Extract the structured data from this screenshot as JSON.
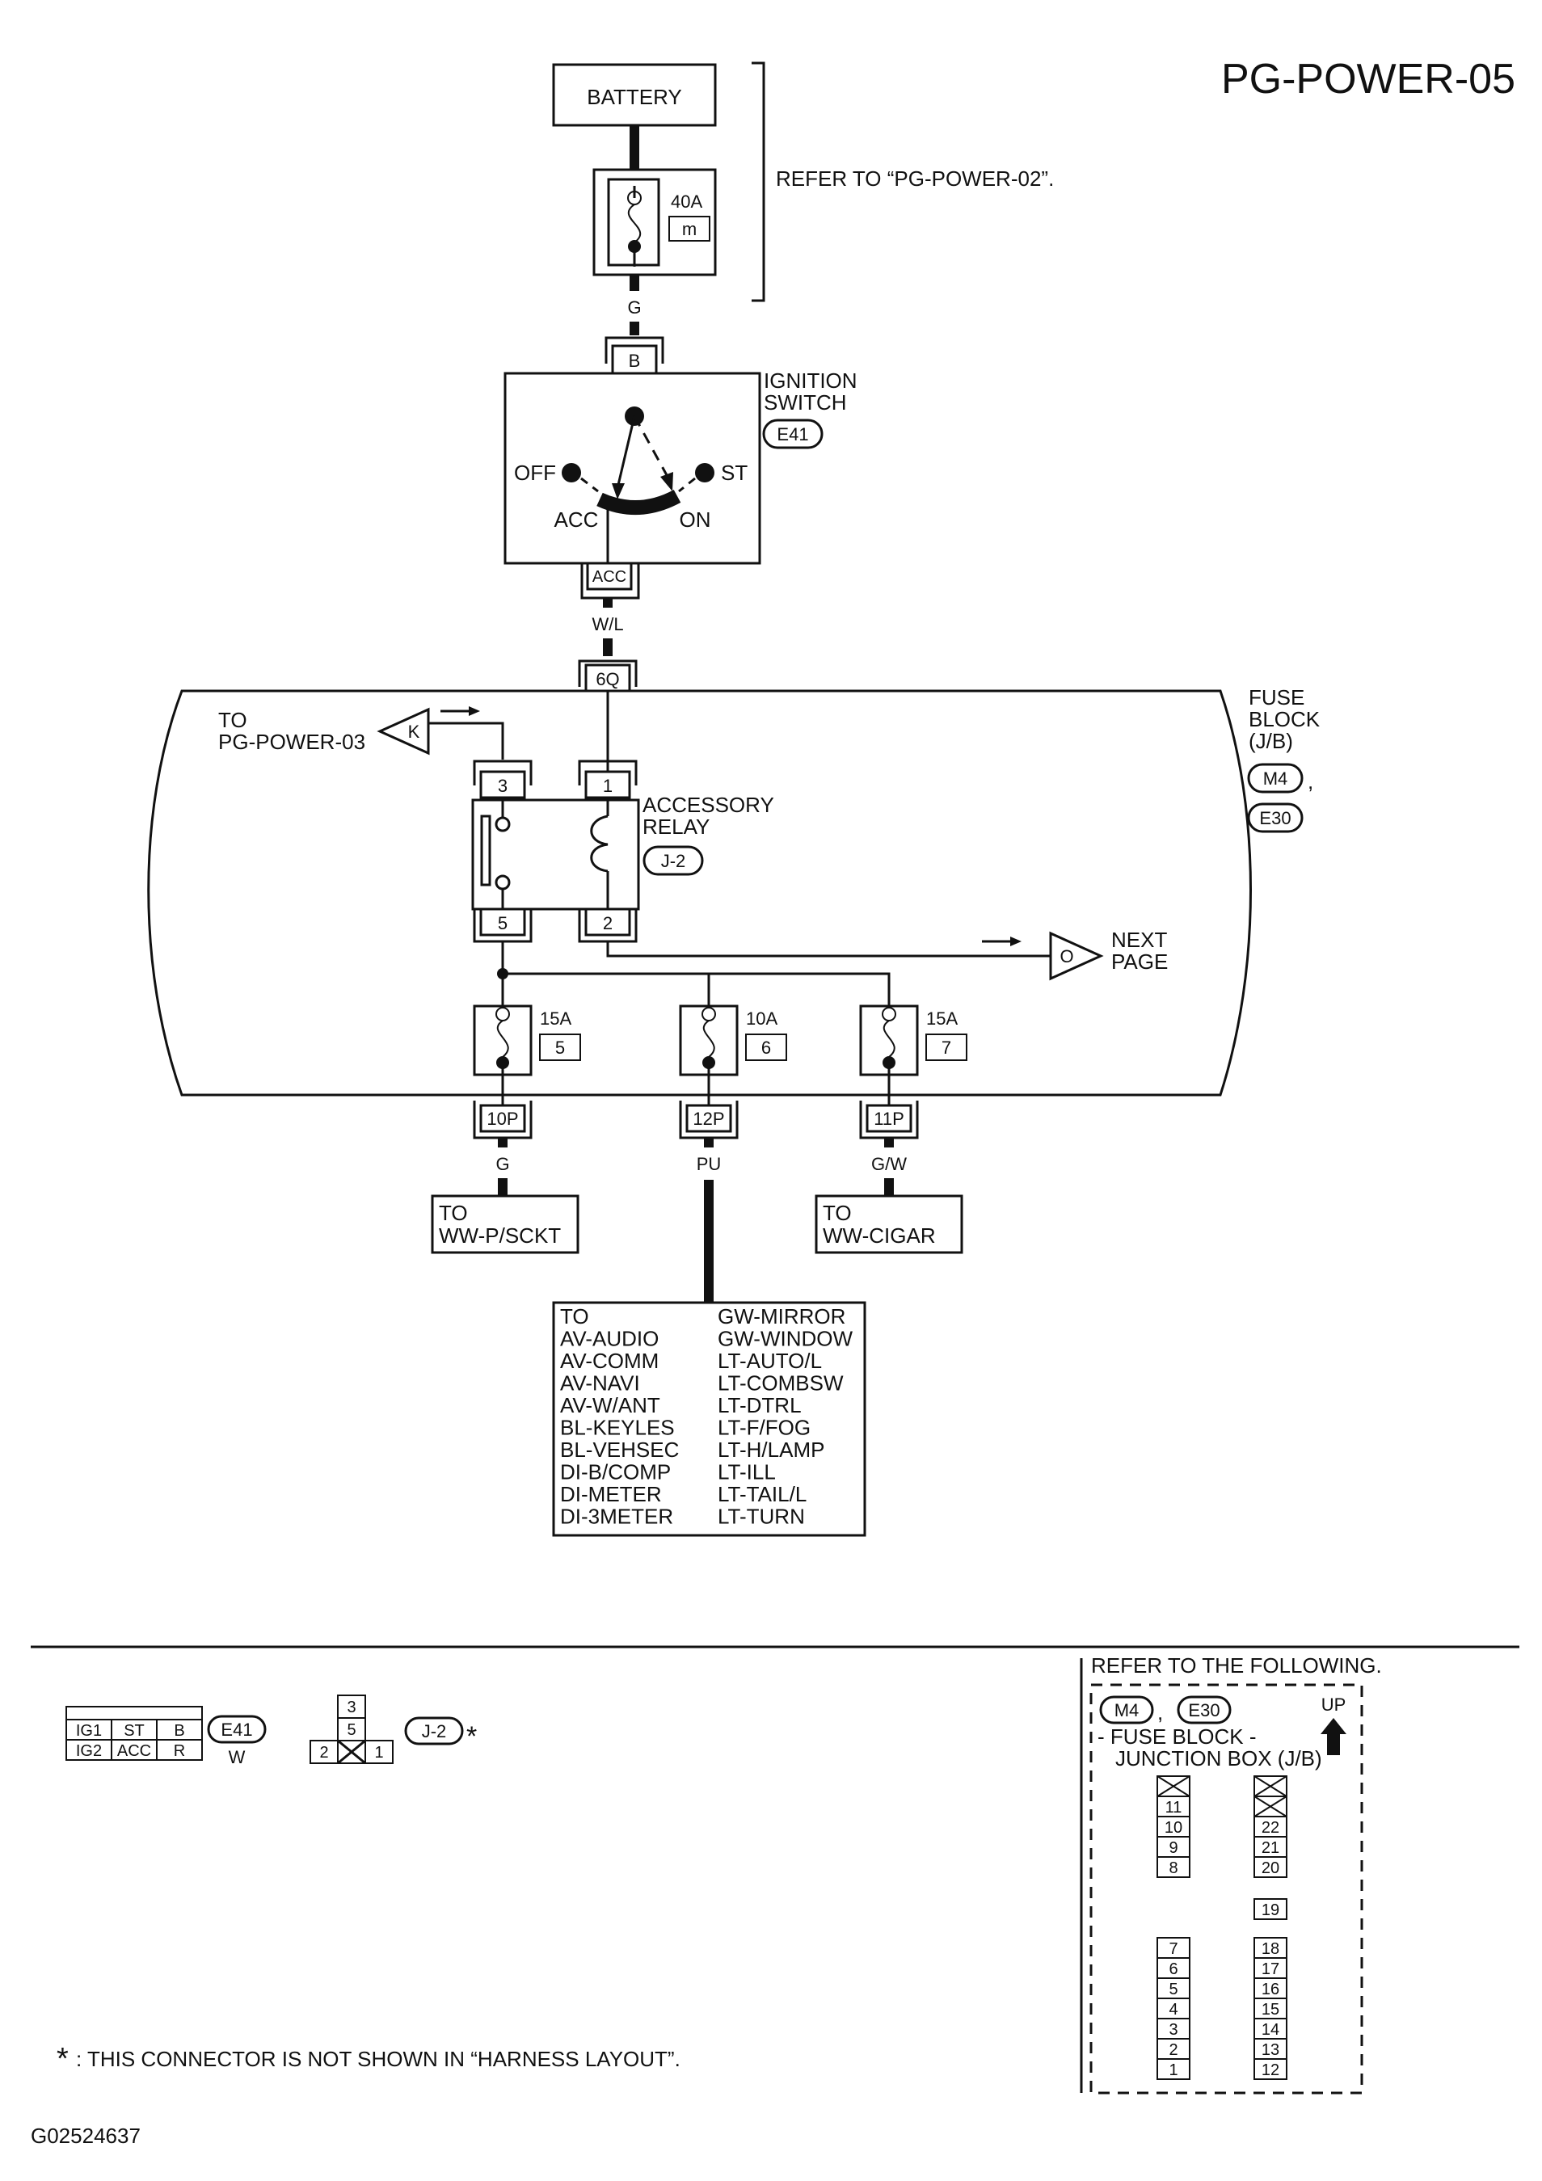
{
  "page_title": "PG-POWER-05",
  "figure_id": "G02524637",
  "battery": {
    "label": "BATTERY"
  },
  "fusible_link": {
    "rating": "40A",
    "id": "m"
  },
  "refer_note": "REFER TO “PG-POWER-02”.",
  "wires": {
    "main": "G",
    "acc": "W/L",
    "fuse5_out": "G",
    "fuse6_out": "PU",
    "fuse7_out": "G/W"
  },
  "ignition_switch": {
    "name_line1": "IGNITION",
    "name_line2": "SWITCH",
    "connector": "E41",
    "terminal_in": "B",
    "terminal_out": "ACC",
    "positions": {
      "off": "OFF",
      "acc": "ACC",
      "on": "ON",
      "st": "ST"
    }
  },
  "fuse_block": {
    "name_line1": "FUSE",
    "name_line2": "BLOCK",
    "name_line3": "(J/B)",
    "connector1": "M4",
    "separator": ",",
    "connector2": "E30",
    "input_connector": "6Q",
    "to_prev_line1": "TO",
    "to_prev_line2": "PG-POWER-03",
    "to_prev_marker": "K",
    "next_line1": "NEXT",
    "next_line2": "PAGE",
    "next_marker": "O"
  },
  "accessory_relay": {
    "name_line1": "ACCESSORY",
    "name_line2": "RELAY",
    "connector": "J-2",
    "pins": {
      "p3": "3",
      "p1": "1",
      "p5": "5",
      "p2": "2"
    }
  },
  "fuses": [
    {
      "rating": "15A",
      "number": "5",
      "connector": "10P"
    },
    {
      "rating": "10A",
      "number": "6",
      "connector": "12P"
    },
    {
      "rating": "15A",
      "number": "7",
      "connector": "11P"
    }
  ],
  "destinations": {
    "psckt_line1": "TO",
    "psckt_line2": "WW-P/SCKT",
    "cigar_line1": "TO",
    "cigar_line2": "WW-CIGAR",
    "list_left": [
      "TO",
      "AV-AUDIO",
      "AV-COMM",
      "AV-NAVI",
      "AV-W/ANT",
      "BL-KEYLES",
      "BL-VEHSEC",
      "DI-B/COMP",
      "DI-METER",
      "DI-3METER"
    ],
    "list_right": [
      "GW-MIRROR",
      "GW-WINDOW",
      "LT-AUTO/L",
      "LT-COMBSW",
      "LT-DTRL",
      "LT-F/FOG",
      "LT-H/LAMP",
      "LT-ILL",
      "LT-TAIL/L",
      "LT-TURN"
    ]
  },
  "connector_views": {
    "e41": {
      "cells_top": [
        "IG1",
        "ST",
        "B"
      ],
      "cells_bottom": [
        "IG2",
        "ACC",
        "R"
      ],
      "code": "E41",
      "color": "W"
    },
    "j2": {
      "cells": {
        "c3": "3",
        "c5": "5",
        "c2": "2",
        "c1": "1"
      },
      "code": "J-2",
      "asterisk": "*"
    }
  },
  "refer_following": {
    "title": "REFER TO THE FOLLOWING.",
    "conn1": "M4",
    "separator": ",",
    "conn2": "E30",
    "up": "UP",
    "line1": "- FUSE BLOCK -",
    "line2": "JUNCTION BOX (J/B)",
    "left_upper": [
      "11",
      "10",
      "9",
      "8"
    ],
    "right_upper": [
      "22",
      "21",
      "20"
    ],
    "middle": "19",
    "left_lower": [
      "7",
      "6",
      "5",
      "4",
      "3",
      "2",
      "1"
    ],
    "right_lower": [
      "18",
      "17",
      "16",
      "15",
      "14",
      "13",
      "12"
    ]
  },
  "footnote": {
    "star": "*",
    "text": ": THIS CONNECTOR IS NOT SHOWN IN “HARNESS LAYOUT”."
  }
}
